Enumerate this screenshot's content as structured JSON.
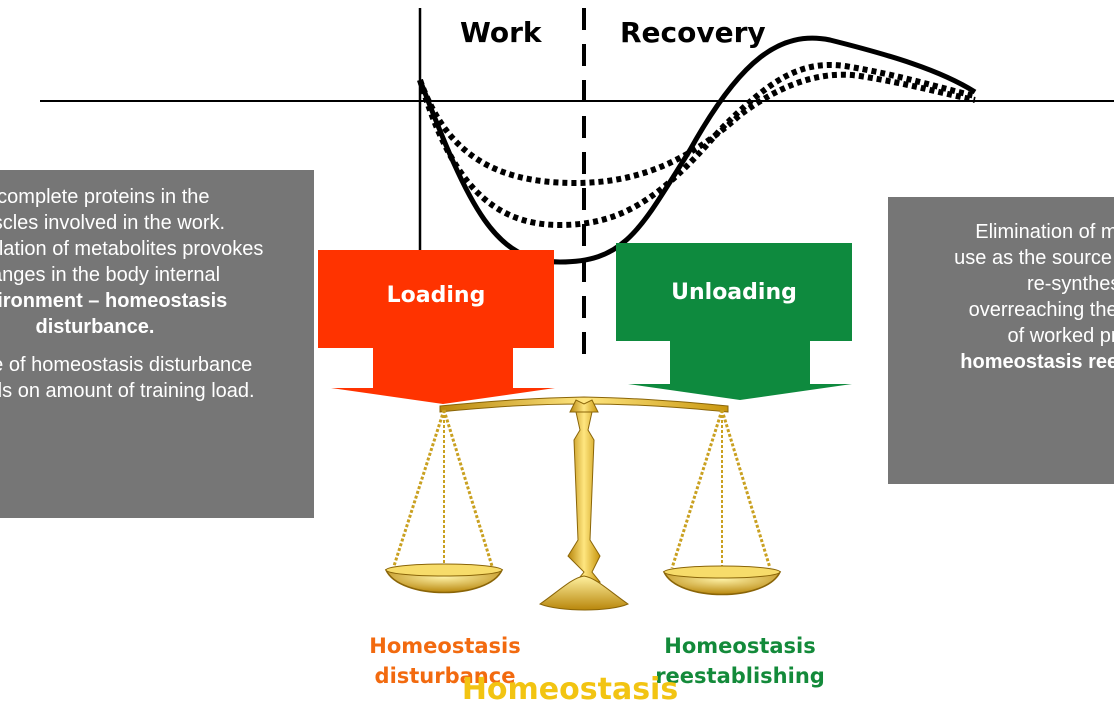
{
  "phases": {
    "work": "Work",
    "recovery": "Recovery"
  },
  "left_box": {
    "line1": "Incomplete proteins in the",
    "line2": "muscles involved in the work.",
    "line3": "Accumulation of metabolites provokes",
    "line4": "changes in the body internal",
    "line5": "environment – homeostasis",
    "line6": "disturbance.",
    "line7": "Degree of homeostasis disturbance",
    "line8": "depends on amount of training load."
  },
  "right_box": {
    "line1": "Elimination of metabolites,",
    "line2": "use as the source of energy for",
    "line3": "re-synthesis of",
    "line4": "overreaching the initial level",
    "line5": "of worked proteins.",
    "line6": "homeostasis reestablishing"
  },
  "arrows": {
    "loading": "Loading",
    "unloading": "Unloading"
  },
  "captions": {
    "disturbance_1": "Homeostasis",
    "disturbance_2": "disturbance",
    "reestablishing_1": "Homeostasis",
    "reestablishing_2": "reestablishing",
    "homeostasis": "Homeostasis"
  },
  "colors": {
    "loading": "#ff3300",
    "unloading": "#0e8a3e",
    "gray_box": "#767676",
    "disturbance_text": "#f26a0f",
    "reestablishing_text": "#138a3a",
    "homeostasis_text": "#f2c412",
    "gold": "#e0b420"
  }
}
